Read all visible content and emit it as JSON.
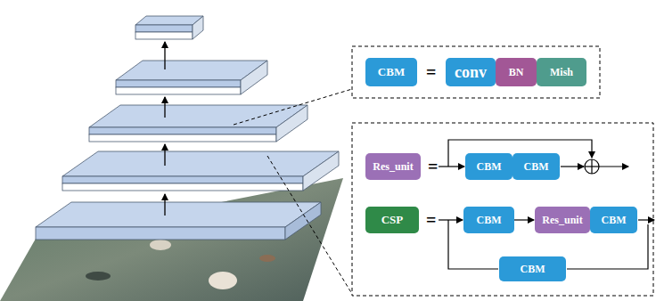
{
  "diagram": {
    "nodes": [
      {
        "text": [
          "CBM"
        ]
      },
      {
        "text": [
          "conv"
        ]
      },
      {
        "text": [
          "BN"
        ]
      },
      {
        "text": [
          "Mish"
        ]
      },
      {
        "text": [
          "Res_unit"
        ]
      },
      {
        "text": [
          "CBM"
        ]
      },
      {
        "text": [
          "CBM"
        ]
      },
      {
        "text": [
          "CSP"
        ]
      },
      {
        "text": [
          "CBM"
        ]
      },
      {
        "text": [
          "Res_unit"
        ]
      },
      {
        "text": [
          "CBM"
        ]
      },
      {
        "text": [
          "CBM"
        ]
      }
    ],
    "edges": [
      {
        "from": 8,
        "to": 9,
        "arrow": "to"
      }
    ],
    "labels": [
      "=",
      "=",
      "="
    ]
  }
}
